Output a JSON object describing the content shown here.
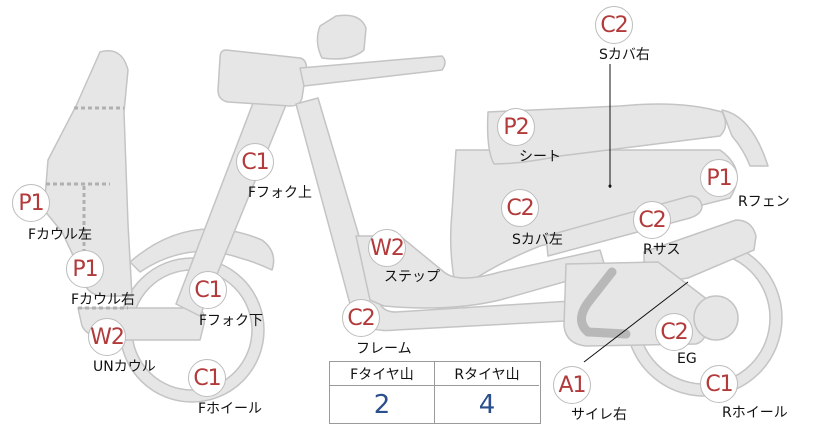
{
  "colors": {
    "part_fill": "#e6e6e6",
    "part_stroke": "#c4c4c4",
    "badge_text": "#b23a3a",
    "value_text": "#2a4f8c"
  },
  "parts": [
    {
      "id": "p1",
      "code": "C2",
      "label": "Sカバ右"
    },
    {
      "id": "p2",
      "code": "P2",
      "label": "シート"
    },
    {
      "id": "p3",
      "code": "C1",
      "label": "Fフォク上"
    },
    {
      "id": "p4",
      "code": "P1",
      "label": "Rフェン"
    },
    {
      "id": "p5",
      "code": "P1",
      "label": "Fカウル左"
    },
    {
      "id": "p6",
      "code": "C2",
      "label": "Sカバ左"
    },
    {
      "id": "p7",
      "code": "C2",
      "label": "Rサス"
    },
    {
      "id": "p8",
      "code": "W2",
      "label": "ステップ"
    },
    {
      "id": "p9",
      "code": "P1",
      "label": "Fカウル右"
    },
    {
      "id": "p10",
      "code": "C1",
      "label": "Fフォク下"
    },
    {
      "id": "p11",
      "code": "C2",
      "label": "フレーム"
    },
    {
      "id": "p12",
      "code": "W2",
      "label": "UNカウル"
    },
    {
      "id": "p13",
      "code": "C2",
      "label": "EG"
    },
    {
      "id": "p14",
      "code": "C1",
      "label": "Fホイール"
    },
    {
      "id": "p15",
      "code": "A1",
      "label": "サイレ右"
    },
    {
      "id": "p16",
      "code": "C1",
      "label": "Rホイール"
    }
  ],
  "tire_table": {
    "front_header": "Fタイヤ山",
    "rear_header": "Rタイヤ山",
    "front_value": "2",
    "rear_value": "4"
  }
}
